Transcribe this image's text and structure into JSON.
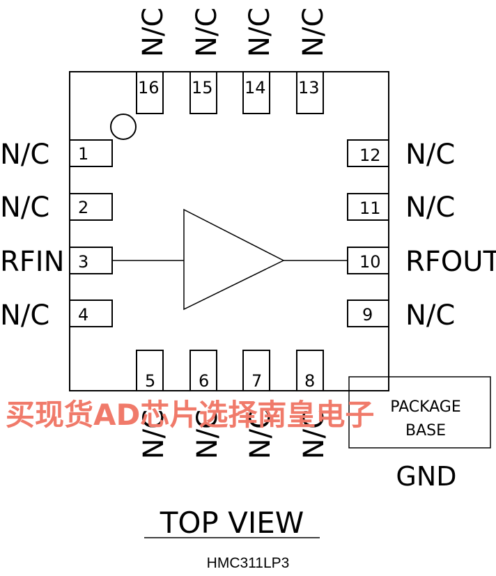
{
  "pins": {
    "p1": {
      "num": "1",
      "label": "N/C"
    },
    "p2": {
      "num": "2",
      "label": "N/C"
    },
    "p3": {
      "num": "3",
      "label": "RFIN"
    },
    "p4": {
      "num": "4",
      "label": "N/C"
    },
    "p5": {
      "num": "5",
      "label": "N/C"
    },
    "p6": {
      "num": "6",
      "label": "N/C"
    },
    "p7": {
      "num": "7",
      "label": "N/C"
    },
    "p8": {
      "num": "8",
      "label": "N/C"
    },
    "p9": {
      "num": "9",
      "label": "N/C"
    },
    "p10": {
      "num": "10",
      "label": "RFOUT"
    },
    "p11": {
      "num": "11",
      "label": "N/C"
    },
    "p12": {
      "num": "12",
      "label": "N/C"
    },
    "p13": {
      "num": "13",
      "label": "N/C"
    },
    "p14": {
      "num": "14",
      "label": "N/C"
    },
    "p15": {
      "num": "15",
      "label": "N/C"
    },
    "p16": {
      "num": "16",
      "label": "N/C"
    }
  },
  "package_base": {
    "line1": "PACKAGE",
    "line2": "BASE",
    "net": "GND"
  },
  "view_title": "TOP VIEW",
  "part_number": "HMC311LP3",
  "watermark": "买现货AD芯片选择南皇电子"
}
